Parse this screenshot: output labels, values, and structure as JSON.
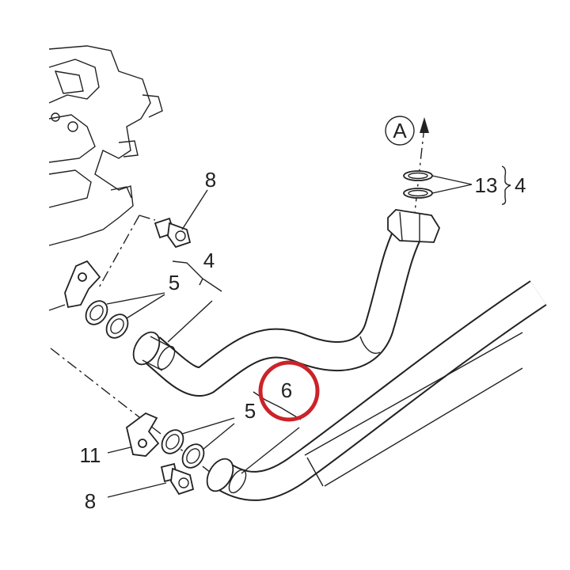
{
  "diagram": {
    "labels": {
      "a": "A",
      "l13": "13",
      "l4_right": "4",
      "l8_top": "8",
      "l4": "4",
      "l5_top": "5",
      "l6": "6",
      "l5_bottom": "5",
      "l11": "11",
      "l8_bottom": "8"
    },
    "highlight_color": "#cc2229",
    "line_color": "#222222"
  }
}
